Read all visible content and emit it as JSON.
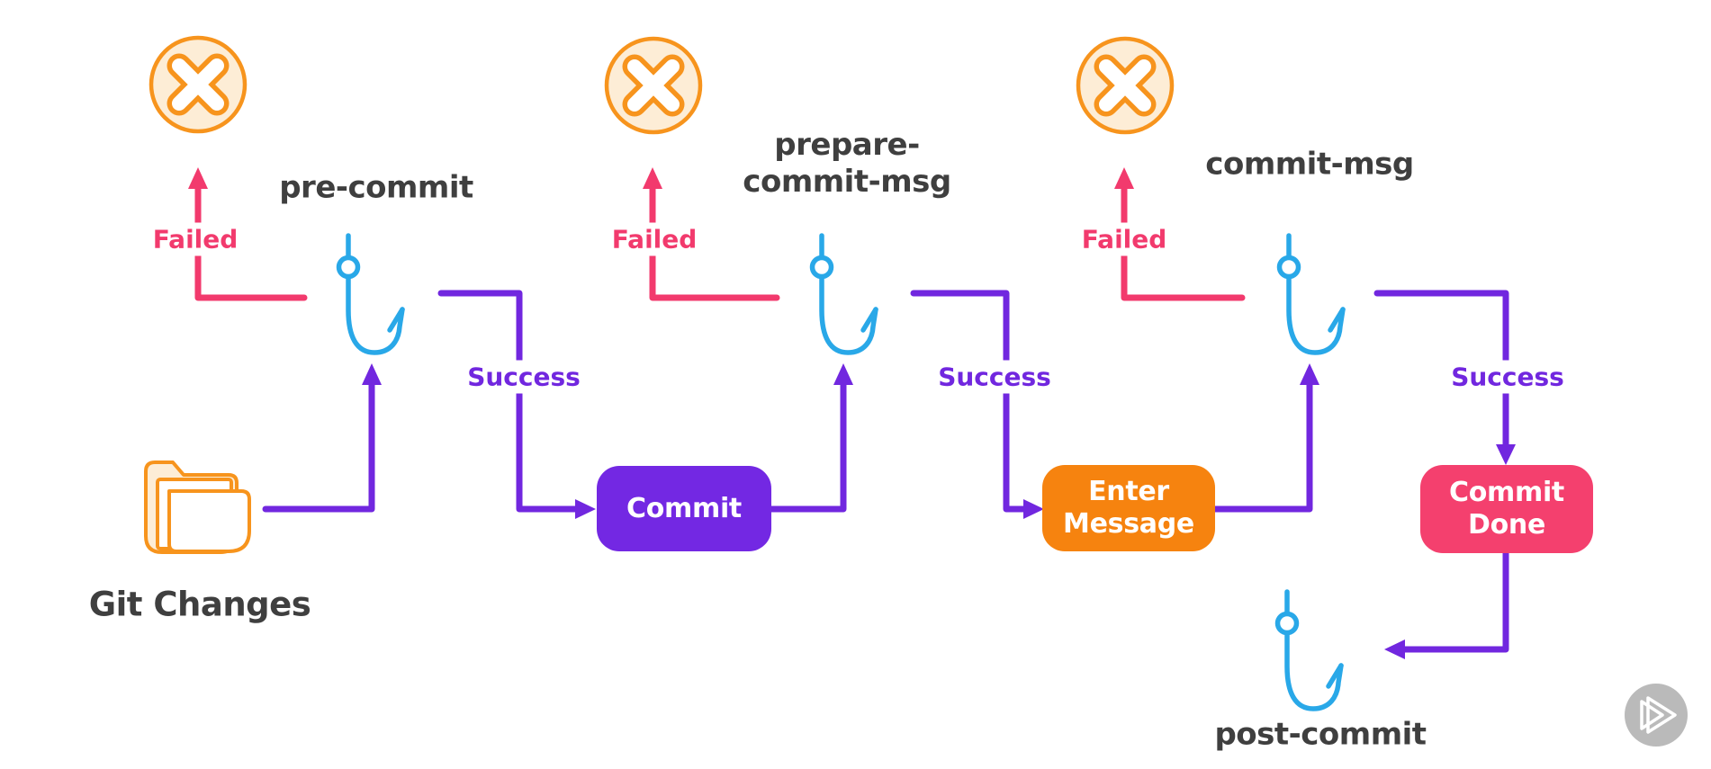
{
  "diagram": {
    "description": "Git commit hooks flow",
    "source": {
      "label": "Git Changes",
      "icon": "git-changes-folder-icon"
    },
    "stages": [
      {
        "hook_label": "pre-commit",
        "failed_label": "Failed",
        "success_label": "Success",
        "action": {
          "label": "Commit",
          "color": "#7328e3"
        }
      },
      {
        "hook_label_line1": "prepare-",
        "hook_label_line2": "commit-msg",
        "failed_label": "Failed",
        "success_label": "Success",
        "action": {
          "label_line1": "Enter",
          "label_line2": "Message",
          "color": "#f6830f"
        }
      },
      {
        "hook_label": "commit-msg",
        "failed_label": "Failed",
        "success_label": "Success",
        "action": {
          "label_line1": "Commit",
          "label_line2": "Done",
          "color": "#f4406e"
        }
      }
    ],
    "final_hook_label": "post-commit"
  },
  "icons": {
    "failure": "x-circle-icon",
    "hook": "git-hook-icon",
    "source": "git-changes-folder-icon",
    "watermark": "pluralsight-play-logo-icon"
  },
  "colors": {
    "background": "#ffffff",
    "line_purple": "#7127df",
    "line_pink": "#f23a6d",
    "hook_blue": "#29a8e8",
    "x_circle_orange": "#f7941d",
    "x_circle_fill": "#fdedd6",
    "button_purple": "#7328e3",
    "button_orange": "#f6830f",
    "button_pink": "#f4406e",
    "text_dark": "#3f3f3f",
    "watermark_gray": "#bababa"
  }
}
